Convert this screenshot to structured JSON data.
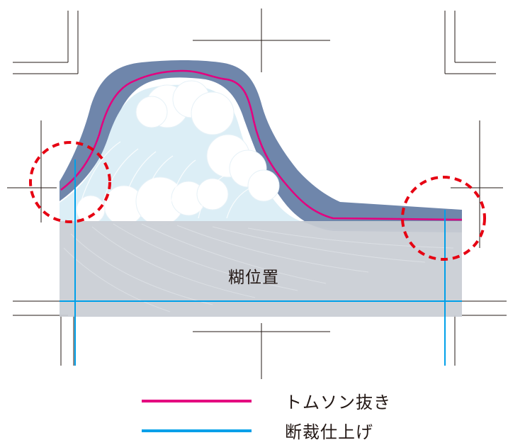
{
  "glue_area": {
    "label": "糊位置",
    "fill": "#c9ced4"
  },
  "legend": [
    {
      "label": "トムソン抜き",
      "color": "#e4007f"
    },
    {
      "label": "断裁仕上げ",
      "color": "#00a0e9"
    }
  ],
  "colors": {
    "die_cut_line": "#e4007f",
    "trim_line": "#00a0e9",
    "wave_border": "#6f86ab",
    "wave_border_dark": "#5a6e93",
    "wave_body": "#dceef6",
    "highlight_circle": "#e60012",
    "crop_mark": "#231815"
  }
}
